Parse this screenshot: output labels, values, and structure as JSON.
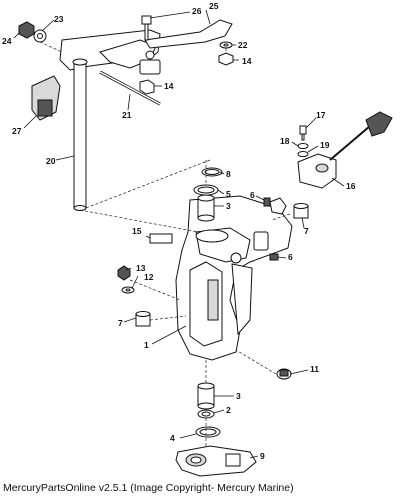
{
  "footer": {
    "caption": "MercuryPartsOnline v2.5.1 (Image Copyright- Mercury Marine)"
  },
  "callouts": {
    "c1": "1",
    "c2": "2",
    "c3a": "3",
    "c3b": "3",
    "c4": "4",
    "c5": "5",
    "c6a": "6",
    "c6b": "6",
    "c7a": "7",
    "c7b": "7",
    "c8": "8",
    "c9": "9",
    "c11": "11",
    "c12": "12",
    "c13": "13",
    "c14a": "14",
    "c14b": "14",
    "c15": "15",
    "c16": "16",
    "c17": "17",
    "c18": "18",
    "c19": "19",
    "c20": "20",
    "c21": "21",
    "c22": "22",
    "c23": "23",
    "c24": "24",
    "c25": "25",
    "c26": "26",
    "c27": "27"
  },
  "colors": {
    "line": "#111111",
    "shade": "#d9d9d9",
    "background": "#ffffff"
  }
}
